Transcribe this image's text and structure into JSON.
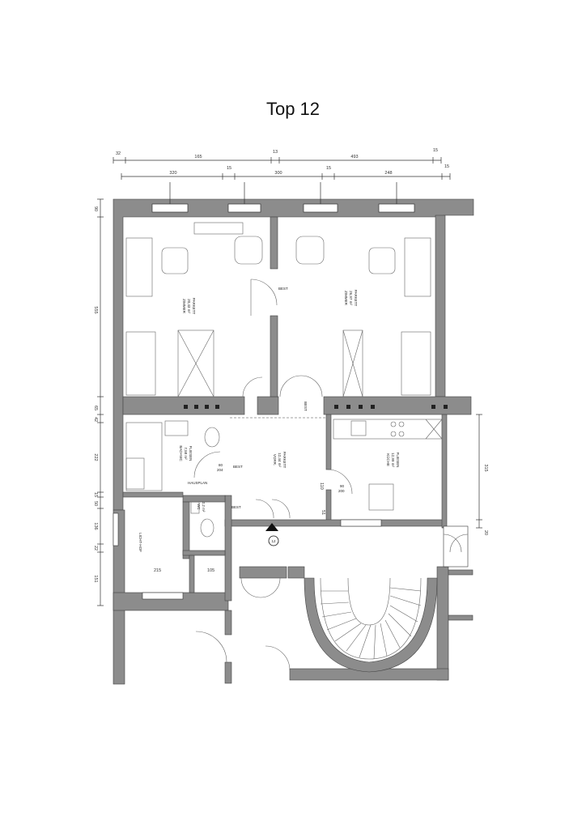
{
  "title": "Top 12",
  "dimensions": {
    "top_row1": [
      "32",
      "165",
      "13",
      "493",
      "15"
    ],
    "top_row2": [
      "320",
      "15",
      "300",
      "15",
      "248",
      "15"
    ],
    "left": [
      "90",
      "555",
      "65",
      "42",
      "222",
      "15",
      "50",
      "136",
      "22",
      "151"
    ],
    "right": [
      "315",
      "20"
    ],
    "inner": [
      "215",
      "105",
      "110",
      "51"
    ]
  },
  "rooms": {
    "zimmer_left": {
      "name": "ZIMMER",
      "area": "20,43 m²",
      "floor": "PARKETT"
    },
    "zimmer_right": {
      "name": "ZIMMER",
      "area": "26,97 m²",
      "floor": "PARKETT"
    },
    "bad_wc": {
      "name": "BAD+WC",
      "area": "7,58 m²",
      "floor": "FLIESEN"
    },
    "vorr": {
      "name": "VORR.",
      "area": "12,44 m²",
      "floor": "PARKETT"
    },
    "kueche": {
      "name": "KÜCHE",
      "area": "12,99 m²",
      "floor": "FLIESEN"
    },
    "wc": {
      "name": "WC",
      "area": "2,2 m²",
      "floor": ""
    },
    "lichthof": {
      "name": "LICHT-HOF",
      "area": "",
      "floor": ""
    }
  },
  "labels": {
    "best": "BEST",
    "haus_plan": "HAUSPLAN",
    "door_80": "80",
    "door_204": "204",
    "door_90": "90",
    "door_200": "200",
    "entrance_mark": "12"
  }
}
